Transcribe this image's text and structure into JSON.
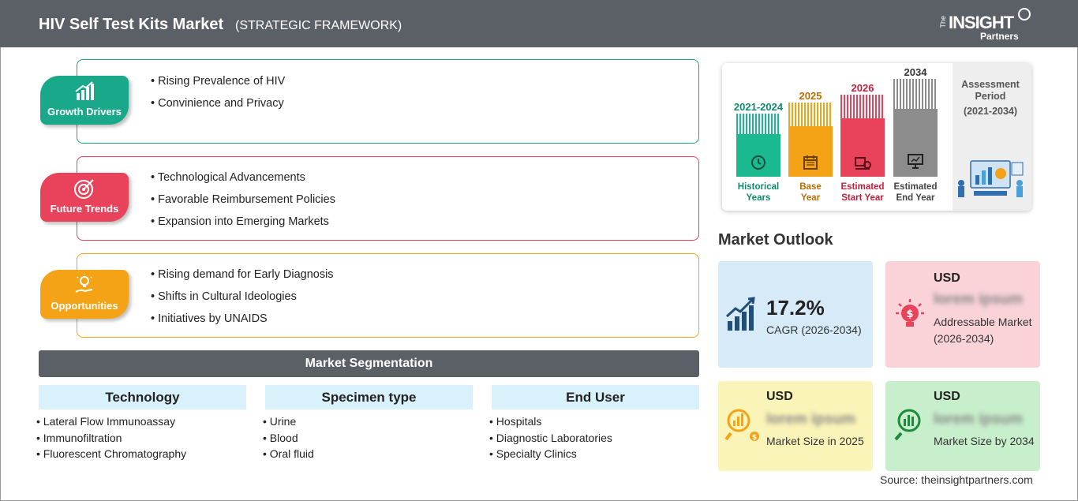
{
  "header": {
    "title": "HIV Self Test Kits Market",
    "subtitle": "(STRATEGIC FRAMEWORK)",
    "logo_the": "The",
    "logo_insight": "INSIGHT",
    "logo_partners": "Partners"
  },
  "framework": [
    {
      "label": "Growth Drivers",
      "icon": "bar-growth-icon",
      "color": "#1aa88a",
      "items": [
        "Rising Prevalence of HIV",
        "Convinience and Privacy"
      ]
    },
    {
      "label": "Future Trends",
      "icon": "target-icon",
      "color": "#e8435a",
      "items": [
        "Technological Advancements",
        "Favorable Reimbursement Policies",
        "Expansion into Emerging Markets"
      ]
    },
    {
      "label": "Opportunities",
      "icon": "lightbulb-hand-icon",
      "color": "#f5a316",
      "items": [
        "Rising demand for Early Diagnosis",
        "Shifts in Cultural Ideologies",
        "Initiatives by UNAIDS"
      ]
    }
  ],
  "segmentation": {
    "title": "Market Segmentation",
    "columns": [
      {
        "heading": "Technology",
        "items": [
          "Lateral Flow Immunoassay",
          "Immunofiltration",
          "Fluorescent Chromatography"
        ]
      },
      {
        "heading": "Specimen type",
        "items": [
          "Urine",
          "Blood",
          "Oral fluid"
        ]
      },
      {
        "heading": "End User",
        "items": [
          "Hospitals",
          "Diagnostic Laboratories",
          "Specialty Clinics"
        ]
      }
    ]
  },
  "timeline": {
    "periods": [
      {
        "year": "2021-2024",
        "label1": "Historical",
        "label2": "Years",
        "color": "#1ab98f",
        "text_color": "#0f8a6b",
        "icon": "history-icon"
      },
      {
        "year": "2025",
        "label1": "Base",
        "label2": "Year",
        "color": "#f5a316",
        "text_color": "#b86e00",
        "icon": "calendar-icon"
      },
      {
        "year": "2026",
        "label1": "Estimated",
        "label2": "Start Year",
        "color": "#e8435a",
        "text_color": "#c21f3a",
        "icon": "start-icon"
      },
      {
        "year": "2034",
        "label1": "Estimated",
        "label2": "End Year",
        "color": "#8c8c8c",
        "text_color": "#444444",
        "icon": "presentation-icon"
      }
    ],
    "assessment_label": "Assessment Period",
    "assessment_range": "(2021-2034)"
  },
  "outlook": {
    "title": "Market Outlook",
    "cagr_value": "17.2%",
    "cagr_label": "CAGR (2026-2034)",
    "addressable": {
      "currency": "USD",
      "value": "lorem ipsum",
      "label": "Addressable Market (2026-2034)"
    },
    "size_2025": {
      "currency": "USD",
      "value": "lorem ipsum",
      "label": "Market Size in 2025"
    },
    "size_2034": {
      "currency": "USD",
      "value": "lorem ipsum",
      "label": "Market Size by 2034"
    },
    "colors": {
      "cagr": "#d6ebf7",
      "addressable": "#f9d3d8",
      "size_2025": "#fbf4b8",
      "size_2034": "#c8efcc"
    }
  },
  "source": "Source: theinsightpartners.com"
}
